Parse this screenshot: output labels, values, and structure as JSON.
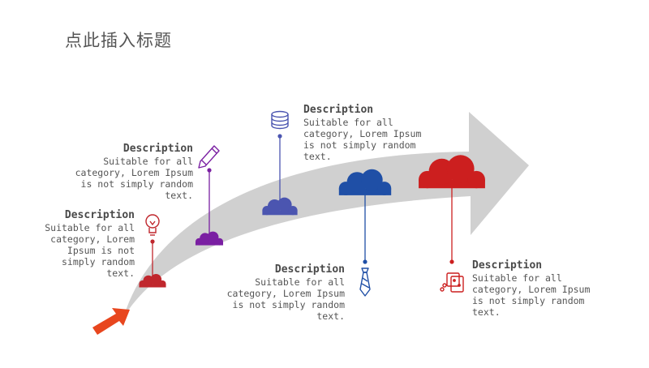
{
  "title": "点此插入标题",
  "items": [
    {
      "heading": "Description",
      "body": [
        "Suitable for all",
        "category, Lorem",
        "Ipsum is not",
        "simply random",
        "text."
      ],
      "icon": "lightbulb-icon",
      "color": "#c0272d"
    },
    {
      "heading": "Description",
      "body": [
        "Suitable for all",
        "category, Lorem Ipsum",
        "is not simply random",
        "text."
      ],
      "icon": "pencil-icon",
      "color": "#7a1fa2"
    },
    {
      "heading": "Description",
      "body": [
        "Suitable for all",
        "category, Lorem Ipsum",
        "is not simply random",
        "text."
      ],
      "icon": "database-icon",
      "color": "#4b55b0"
    },
    {
      "heading": "Description",
      "body": [
        "Suitable for all",
        "category, Lorem Ipsum",
        "is not simply random",
        "text."
      ],
      "icon": "tie-icon",
      "color": "#1f4fa6"
    },
    {
      "heading": "Description",
      "body": [
        "Suitable for all",
        "category, Lorem Ipsum",
        "is not simply random",
        "text."
      ],
      "icon": "dice-icon",
      "color": "#cc1f1f"
    }
  ],
  "colors": {
    "arrow": "#d0d0d0",
    "start_arrow": "#e8461e",
    "text": "#555555"
  }
}
